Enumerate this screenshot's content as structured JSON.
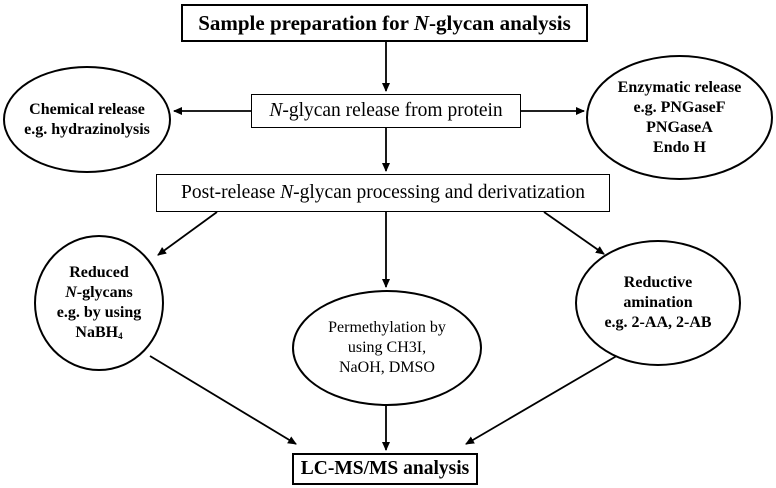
{
  "title": {
    "prefix": "Sample preparation for ",
    "italic": "N",
    "suffix": "-glycan analysis"
  },
  "release": {
    "italic": "N",
    "suffix": "-glycan release from protein"
  },
  "post_release": {
    "prefix": "Post-release ",
    "italic": "N",
    "suffix": "-glycan processing and derivatization"
  },
  "chemical": {
    "line1": "Chemical release",
    "line2": "e.g. hydrazinolysis"
  },
  "enzymatic": {
    "line1": "Enzymatic release",
    "line2": "e.g. PNGaseF",
    "line3": "PNGaseA",
    "line4": "Endo H"
  },
  "reduced": {
    "line1": "Reduced",
    "line2_italic": "N",
    "line2_suffix": "-glycans",
    "line3": "e.g. by using",
    "line4_main": "NaBH",
    "line4_sub": "4"
  },
  "permethylation": {
    "line1": "Permethylation by",
    "line2": "using CH3I,",
    "line3": "NaOH, DMSO"
  },
  "reductive": {
    "line1": "Reductive",
    "line2": "amination",
    "line3": "e.g. 2-AA, 2-AB"
  },
  "final": {
    "label": "LC-MS/MS analysis"
  }
}
